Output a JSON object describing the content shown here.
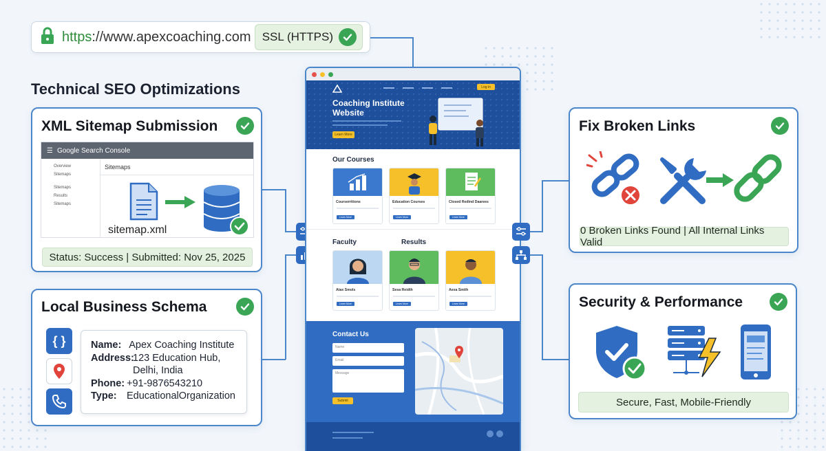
{
  "url_bar": {
    "scheme": "https",
    "rest": "://www.apexcoaching.com",
    "ssl_label": "SSL (HTTPS)"
  },
  "section_title": "Technical SEO Optimizations",
  "sitemap_card": {
    "title": "XML Sitemap Submission",
    "console_title": "Google Search Console",
    "console_page": "Sitemaps",
    "nav": [
      "Overview",
      "Sitemaps",
      "Sitemaps",
      "Results",
      "Sitemaps"
    ],
    "file_label": "sitemap.xml",
    "status": "Status: Success | Submitted: Nov 25, 2025"
  },
  "schema_card": {
    "title": "Local Business Schema",
    "name_key": "Name:",
    "name_val": "Apex Coaching Institute",
    "address_key": "Address:",
    "address_val1": "123 Education Hub,",
    "address_val2": "Delhi, India",
    "phone_key": "Phone:",
    "phone_val": "+91-9876543210",
    "type_key": "Type:",
    "type_val": "EducationalOrganization"
  },
  "links_card": {
    "title": "Fix Broken Links",
    "status": "0 Broken Links Found | All Internal Links Valid"
  },
  "security_card": {
    "title": "Security & Performance",
    "status": "Secure, Fast, Mobile-Friendly"
  },
  "website": {
    "login": "Log in",
    "hero_title": "Coaching Institute Website",
    "learn_more": "Learn More",
    "courses_heading": "Our Courses",
    "courses": [
      "Courserritions",
      "Education Courses",
      "Closed Redind Daarees"
    ],
    "faculty_heading": "Faculty",
    "results_heading": "Results",
    "faculty": [
      "Atax Smols",
      "Sesa Reidth",
      "Aexa Smith"
    ],
    "contact_heading": "Contact Us",
    "name_ph": "Name",
    "email_ph": "Email",
    "message_ph": "Message",
    "submit": "Submit"
  },
  "colors": {
    "accent_blue": "#2f6cc2",
    "border_blue": "#4a86c9",
    "success_green": "#3aa655",
    "status_bg": "#e4f1e0",
    "highlight_yellow": "#f5c02a"
  }
}
